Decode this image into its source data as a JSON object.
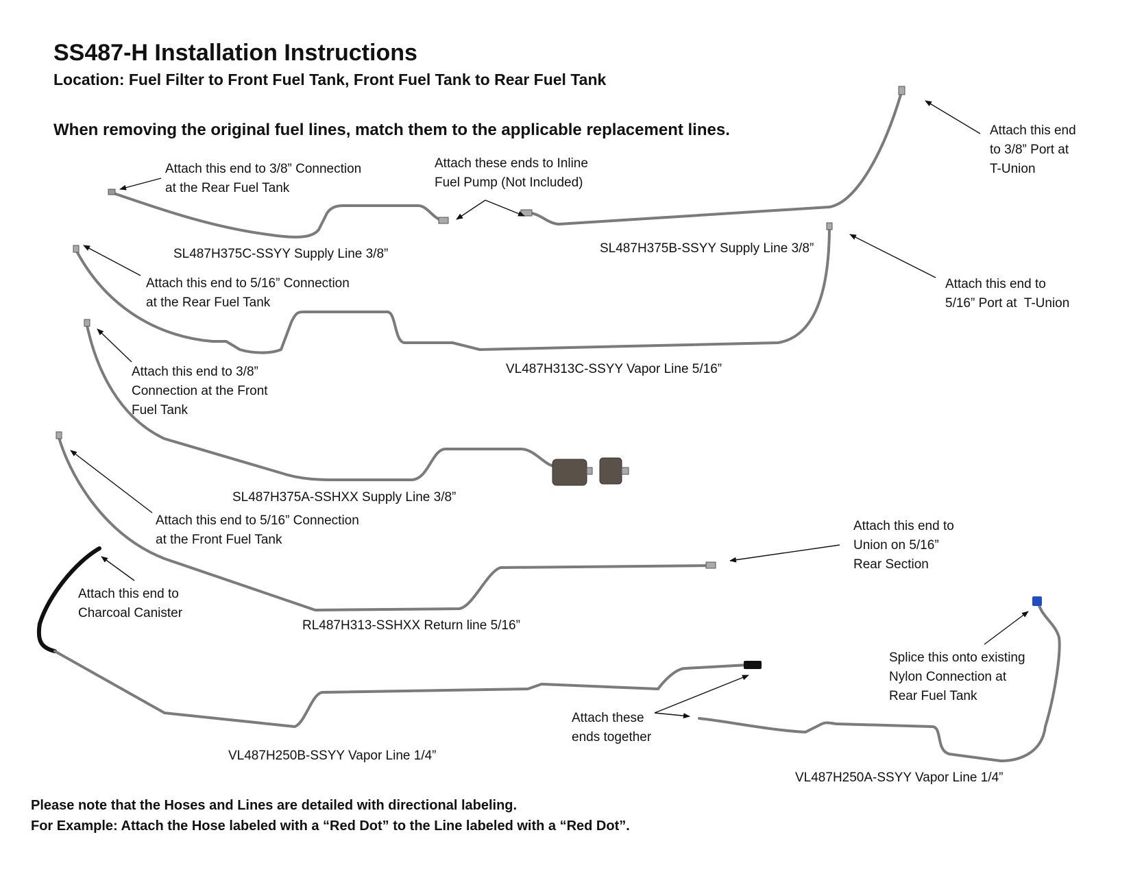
{
  "header": {
    "title": "SS487-H Installation Instructions",
    "subtitle": "Location: Fuel Filter to Front Fuel Tank, Front Fuel Tank to Rear Fuel Tank",
    "instruction": "When removing the original fuel lines, match them to the applicable replacement lines."
  },
  "callouts": {
    "rear_tank_38": "Attach this end to 3/8” Connection\nat the Rear Fuel Tank",
    "inline_pump": "Attach these ends to Inline\nFuel Pump (Not Included)",
    "tunion_38": "Attach this end\nto 3/8” Port at\nT-Union",
    "rear_tank_516": "Attach this end to 5/16” Connection\nat the Rear Fuel Tank",
    "tunion_516": "Attach this end to\n5/16” Port at  T-Union",
    "front_tank_38": "Attach this end to 3/8”\nConnection at the Front\nFuel Tank",
    "front_tank_516": "Attach this end to 5/16” Connection\nat the Front Fuel Tank",
    "union_516": "Attach this end to\nUnion on 5/16”\nRear Section",
    "charcoal": "Attach this end to\nCharcoal Canister",
    "together": "Attach these\nends together",
    "splice": "Splice this onto existing\nNylon Connection at\nRear Fuel Tank"
  },
  "parts": {
    "sl375c": "SL487H375C-SSYY Supply Line 3/8”",
    "sl375b": "SL487H375B-SSYY Supply Line 3/8”",
    "vl313c": "VL487H313C-SSYY Vapor Line 5/16”",
    "sl375a": "SL487H375A-SSHXX Supply Line 3/8”",
    "rl313": "RL487H313-SSHXX Return line 5/16”",
    "vl250b": "VL487H250B-SSYY Vapor Line 1/4”",
    "vl250a": "VL487H250A-SSYY Vapor Line 1/4”"
  },
  "footer": {
    "line1": "Please note that the Hoses and Lines are detailed with directional labeling.",
    "line2": "For Example: Attach the Hose labeled with a “Red Dot” to the Line labeled with a “Red Dot”."
  },
  "colors": {
    "line": "#7b7b7b",
    "hose": "#111111",
    "filter": "#5a5148",
    "nylon_fitting": "#1f4fbf"
  }
}
